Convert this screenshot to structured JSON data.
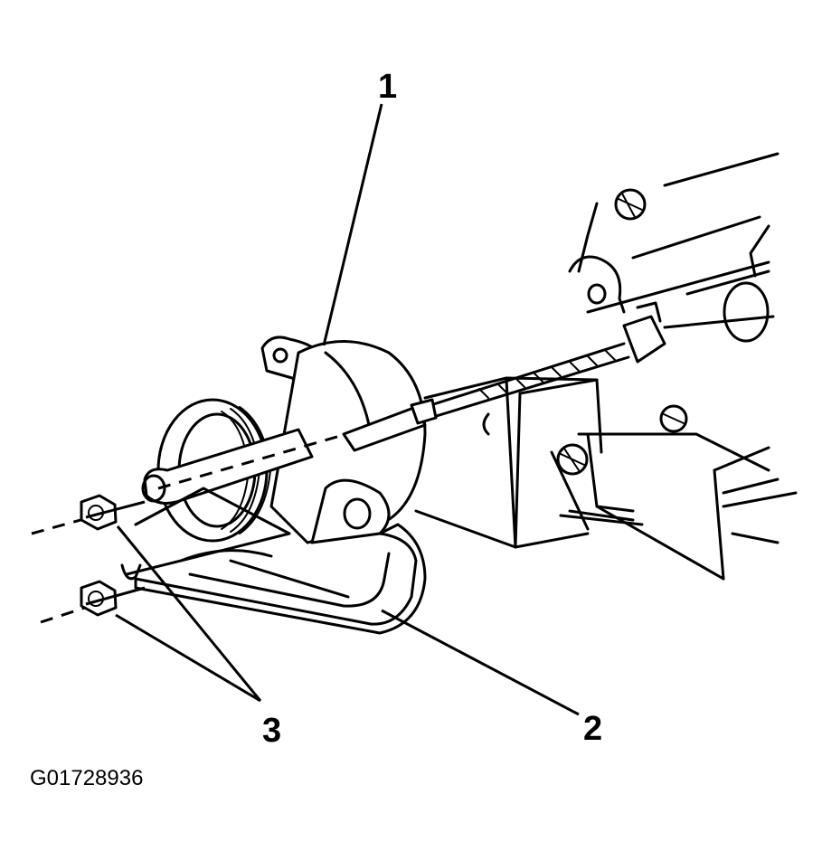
{
  "callouts": {
    "c1": "1",
    "c2": "2",
    "c3": "3"
  },
  "figure_id": "G01728936",
  "colors": {
    "ink": "#000000",
    "background": "#ffffff"
  }
}
